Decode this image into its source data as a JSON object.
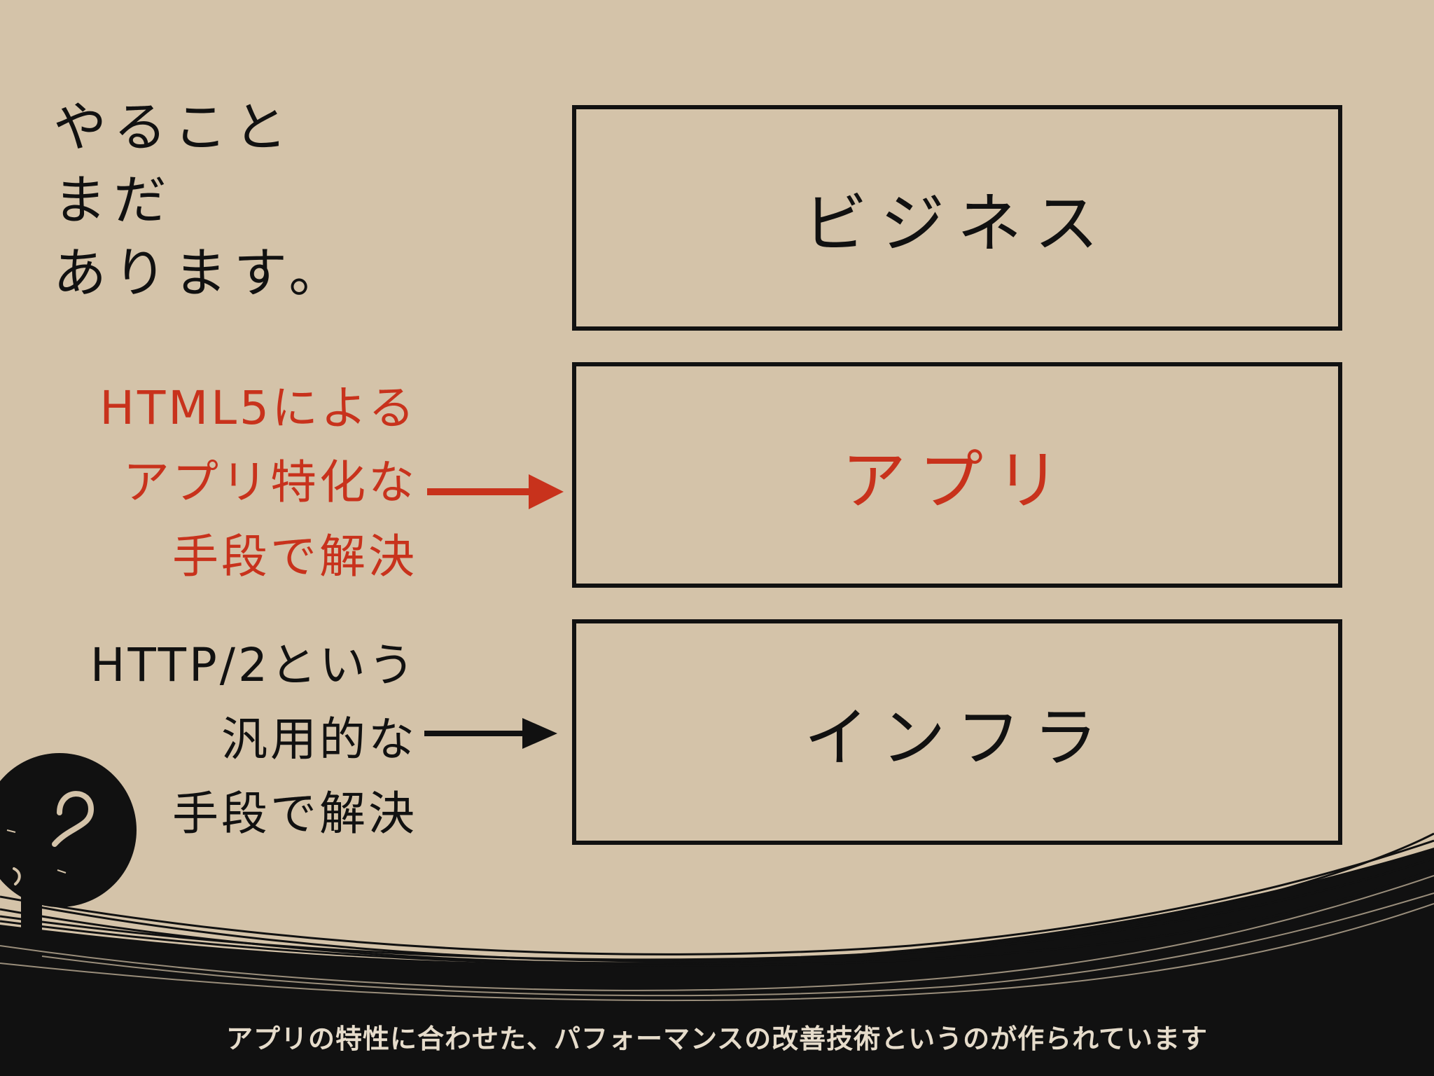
{
  "intro": {
    "lines": [
      "やること",
      "まだ",
      "あります。"
    ]
  },
  "layers": {
    "business": "ビジネス",
    "app": "アプリ",
    "infra": "インフラ"
  },
  "notes": {
    "app": [
      "HTML5による",
      "アプリ特化な",
      "手段で解決"
    ],
    "infra": [
      "HTTP/2という",
      "汎用的な",
      "手段で解決"
    ]
  },
  "caption": "アプリの特性に合わせた、パフォーマンスの改善技術というのが作られています",
  "colors": {
    "background": "#d4c3a9",
    "accent_red": "#c8321c",
    "ink": "#111111"
  },
  "icons": {
    "arrow_app": "arrow-right-icon",
    "arrow_infra": "arrow-right-icon",
    "character": "question-head-icon"
  }
}
